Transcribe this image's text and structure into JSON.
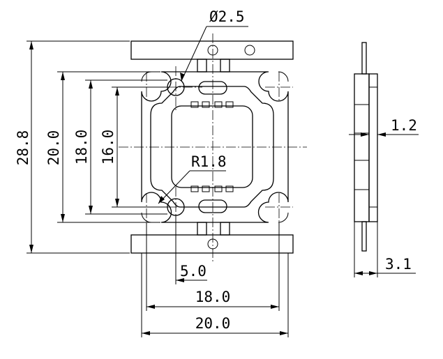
{
  "dimensions": {
    "hole_diameter": "Ø2.5",
    "corner_radius": "R1.8",
    "overall_height": "28.8",
    "body_height": "20.0",
    "hole_pitch_vertical": "18.0",
    "inner_height": "16.0",
    "hole_offset": "5.0",
    "hole_pitch_horizontal": "18.0",
    "body_width": "20.0",
    "substrate_thickness": "1.2",
    "total_thickness": "3.1"
  }
}
